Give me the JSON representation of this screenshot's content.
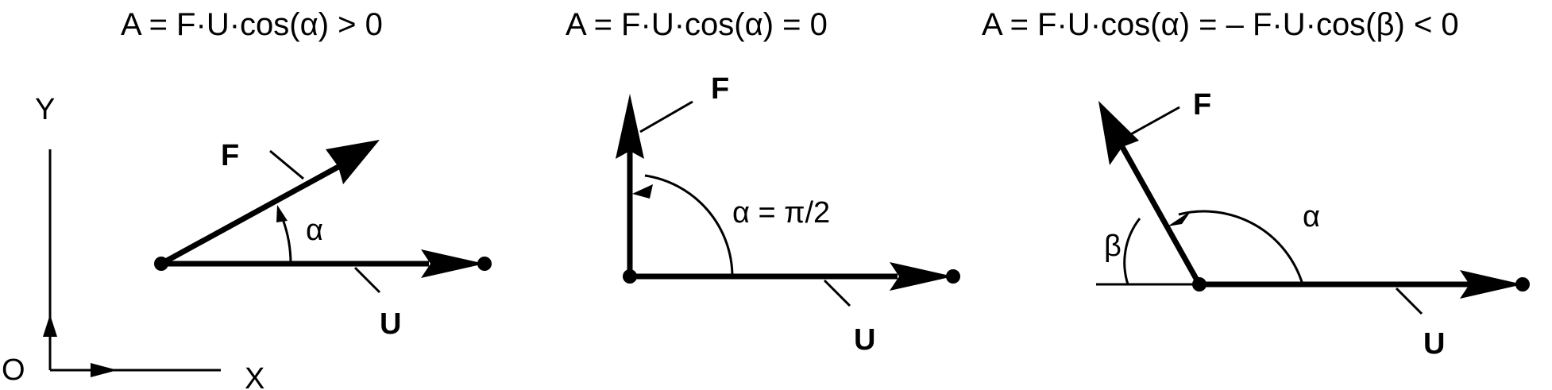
{
  "panels": [
    {
      "formula": "A = F·U·cos(α) > 0",
      "force_label": "F",
      "displacement_label": "U",
      "angle_label": "α"
    },
    {
      "formula": "A = F·U·cos(α) = 0",
      "force_label": "F",
      "displacement_label": "U",
      "angle_label": "α = π/2"
    },
    {
      "formula": "A = F·U·cos(α) = – F·U·cos(β) < 0",
      "force_label": "F",
      "displacement_label": "U",
      "angle_label": "α",
      "beta_label": "β"
    }
  ],
  "axes": {
    "origin_label": "O",
    "x_label": "X",
    "y_label": "Y"
  },
  "colors": {
    "stroke": "#000000",
    "background": "#ffffff"
  }
}
